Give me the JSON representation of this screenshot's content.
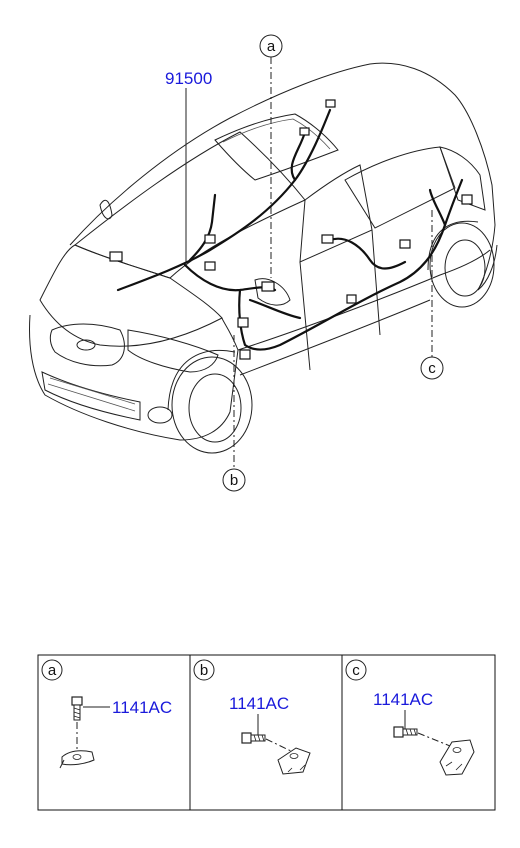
{
  "main_label": "91500",
  "callouts": [
    "a",
    "b",
    "c"
  ],
  "detail_panels": [
    {
      "letter": "a",
      "part_number": "1141AC"
    },
    {
      "letter": "b",
      "part_number": "1141AC"
    },
    {
      "letter": "c",
      "part_number": "1141AC"
    }
  ],
  "colors": {
    "label": "#1a1adb",
    "line": "#222222"
  }
}
